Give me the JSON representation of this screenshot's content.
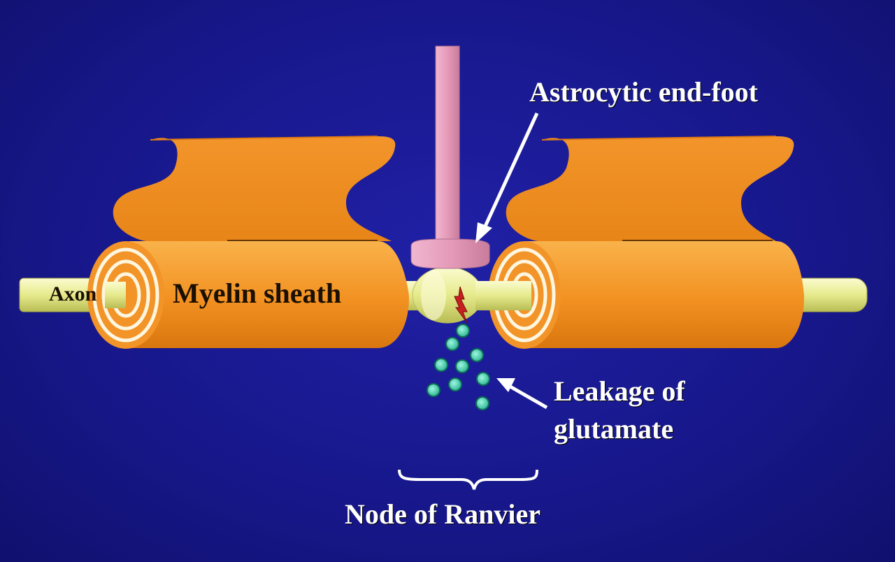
{
  "labels": {
    "axon": "Axon",
    "myelin": "Myelin sheath",
    "endfoot": "Astrocytic end-foot",
    "leakage_line1": "Leakage of",
    "leakage_line2": "glutamate",
    "node": "Node of Ranvier"
  },
  "colors": {
    "background": "#17178a",
    "myelin": "#f59a2a",
    "axon": "#eef0a0",
    "astrocyte": "#e9a0c0",
    "glutamate": "#46d7b4",
    "leak": "#c62020",
    "label_white": "#ffffff"
  }
}
